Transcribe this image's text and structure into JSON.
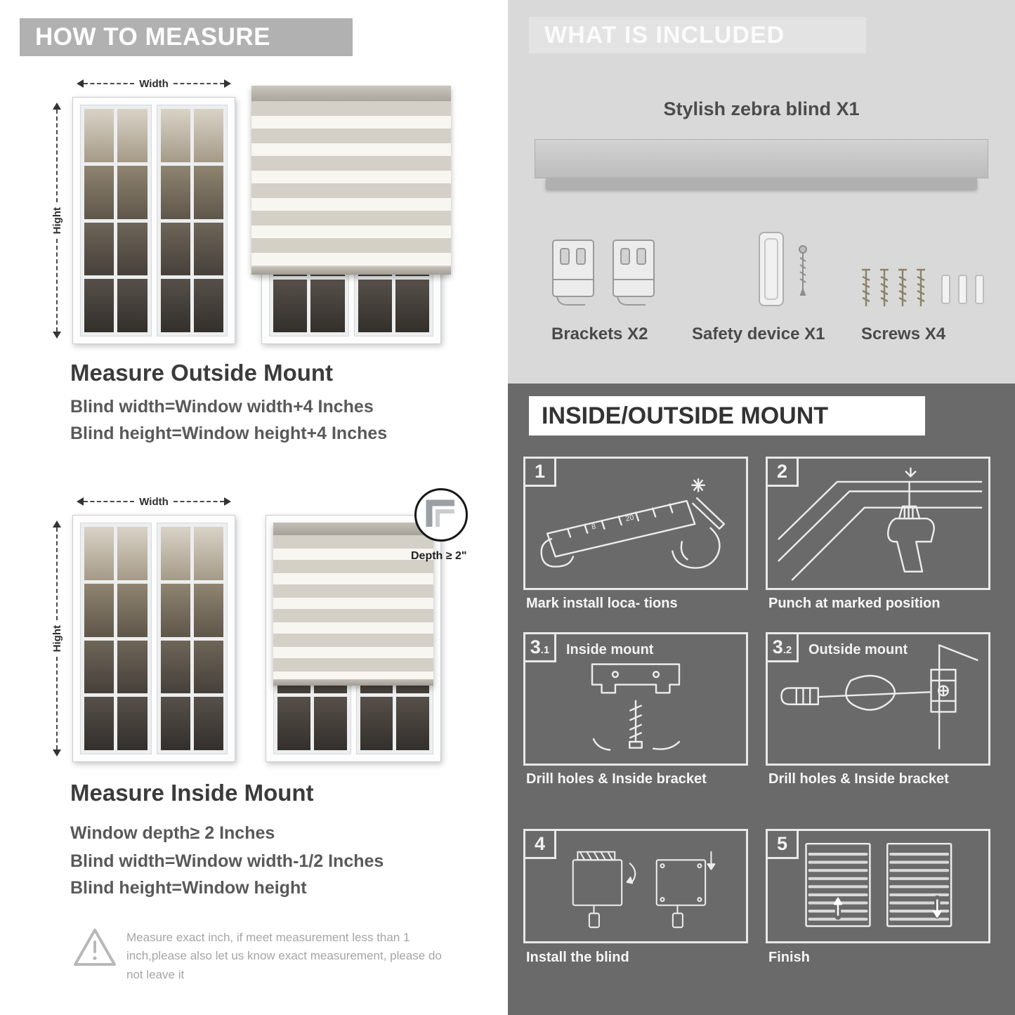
{
  "colors": {
    "left_banner": "#b1b1b1",
    "right_top_bg": "#d9d9d9",
    "dark_section_bg": "#6a6a6a",
    "stripe_gray": "#d4d0c7"
  },
  "how_to_measure": {
    "header": "HOW TO MEASURE",
    "outside": {
      "width_label": "Width",
      "height_label": "Hight",
      "title": "Measure Outside Mount",
      "rule1": "Blind width=Window width+4 Inches",
      "rule2": "Blind height=Window height+4 Inches"
    },
    "inside": {
      "width_label": "Width",
      "height_label": "Hight",
      "depth_label": "Depth ≥ 2\"",
      "title": "Measure Inside Mount",
      "rule1": "Window depth≥ 2 Inches",
      "rule2": "Blind width=Window width-1/2 Inches",
      "rule3": "Blind height=Window height"
    },
    "note": "Measure exact inch, if meet measurement less than 1 inch,please also let us know exact measurement, please do not leave it"
  },
  "included": {
    "header": "WHAT IS INCLUDED",
    "blind_label": "Stylish zebra blind X1",
    "items": [
      {
        "label": "Brackets X2"
      },
      {
        "label": "Safety device X1"
      },
      {
        "label": "Screws X4"
      }
    ]
  },
  "mount_guide": {
    "header": "INSIDE/OUTSIDE MOUNT",
    "steps": [
      {
        "num": "1",
        "numsub": "",
        "title": "",
        "caption": "Mark install loca- tions"
      },
      {
        "num": "2",
        "numsub": "",
        "title": "",
        "caption": "Punch at  marked position"
      },
      {
        "num": "3",
        "numsub": ".1",
        "title": "Inside mount",
        "caption": "Drill holes &  Inside bracket"
      },
      {
        "num": "3",
        "numsub": ".2",
        "title": "Outside mount",
        "caption": "Drill holes &  Inside bracket"
      },
      {
        "num": "4",
        "numsub": "",
        "title": "",
        "caption": "Install the blind"
      },
      {
        "num": "5",
        "numsub": "",
        "title": "",
        "caption": "Finish"
      }
    ]
  }
}
